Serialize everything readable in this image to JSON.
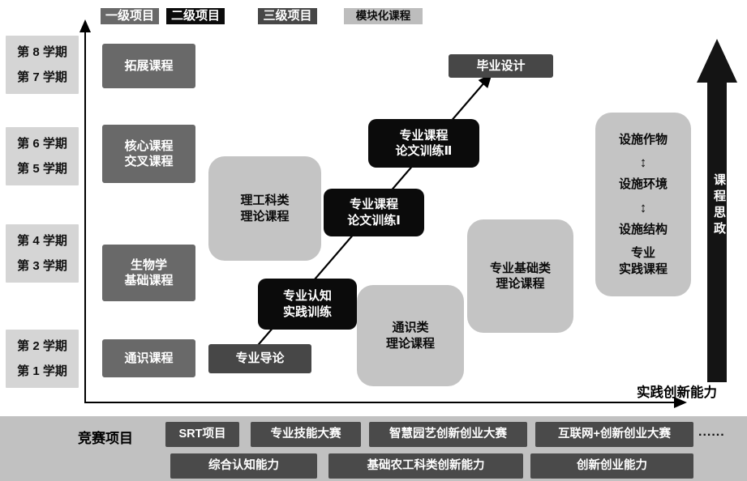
{
  "colors": {
    "level1_box": "#696969",
    "level2_box": "#0b0b0b",
    "level3_box": "#474747",
    "modular_box": "#c4c4c4",
    "semester_box": "#d5d5d5",
    "bottom_band": "#c1c1c1",
    "bottom_box": "#4a4a4a",
    "ideology_arrow": "#141414"
  },
  "legend": {
    "level1": "一级项目",
    "level2": "二级项目",
    "level3": "三级项目",
    "modular": "模块化课程"
  },
  "axis": {
    "x_label": "实践创新能力",
    "ideology_label": "课程思政"
  },
  "semesters": {
    "g1": {
      "top": "第 8 学期",
      "bottom": "第 7 学期"
    },
    "g2": {
      "top": "第 6 学期",
      "bottom": "第 5 学期"
    },
    "g3": {
      "top": "第 4 学期",
      "bottom": "第 3 学期"
    },
    "g4": {
      "top": "第 2 学期",
      "bottom": "第 1 学期"
    }
  },
  "level1": {
    "expand": "拓展课程",
    "core": "核心课程\n交叉课程",
    "biology": "生物学\n基础课程",
    "general": "通识课程"
  },
  "modular": {
    "science": "理工科类\n理论课程",
    "general": "通识类\n理论课程",
    "professional_basic": "专业基础类\n理论课程",
    "practice": {
      "item1": "设施作物",
      "item2": "设施环境",
      "item3": "设施结构",
      "arrow": "↕",
      "label": "专业\n实践课程"
    }
  },
  "level2": {
    "thesis2": "专业课程\n论文训练Ⅱ",
    "thesis1": "专业课程\n论文训练Ⅰ",
    "cognition": "专业认知\n实践训练"
  },
  "level3": {
    "graduation": "毕业设计",
    "intro": "专业导论"
  },
  "bottom": {
    "title": "竞赛项目",
    "row1": [
      "SRT项目",
      "专业技能大赛",
      "智慧园艺创新创业大赛",
      "互联网+创新创业大赛"
    ],
    "dots": "......",
    "row2": [
      "综合认知能力",
      "基础农工科类创新能力",
      "创新创业能力"
    ]
  }
}
